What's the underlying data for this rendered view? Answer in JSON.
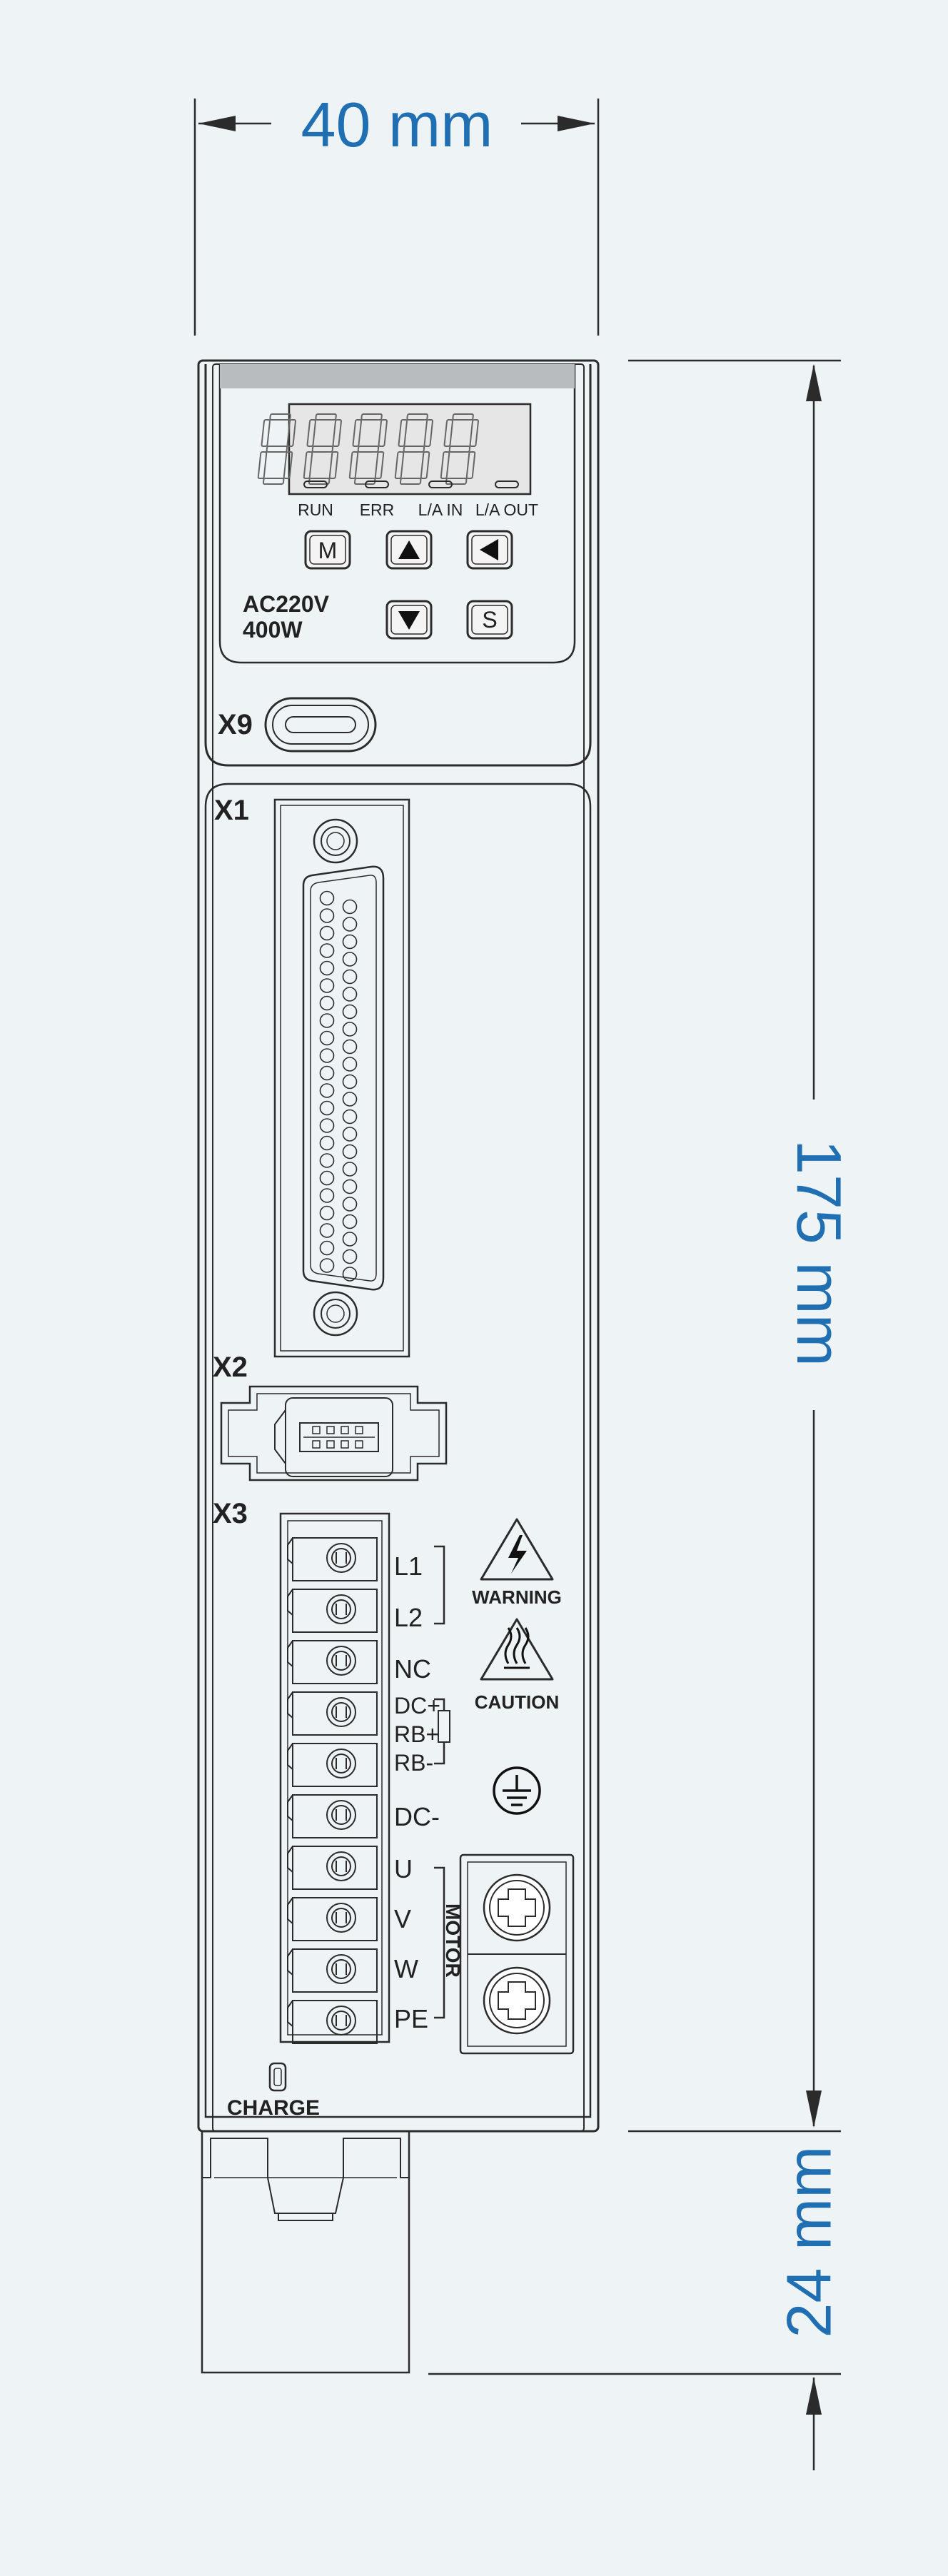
{
  "dimensions": {
    "width": "40 mm",
    "height": "175 mm",
    "depth": "24 mm"
  },
  "colors": {
    "dimension": "#1f6fb2",
    "line": "#2b2b2b",
    "panel": "#eef3f6",
    "display": "#ececec"
  },
  "display": {
    "indicators": [
      "RUN",
      "ERR",
      "L/A IN",
      "L/A OUT"
    ],
    "rating_voltage": "AC220V",
    "rating_power": "400W",
    "buttons": {
      "mode": "M",
      "up": "▲",
      "left": "◀",
      "down": "▼",
      "set": "S"
    }
  },
  "ports": {
    "usb": "X9",
    "io": "X1",
    "encoder": "X2",
    "power": "X3"
  },
  "terminals": [
    "L1",
    "L2",
    "NC",
    "DC+",
    "RB+",
    "RB-",
    "DC-",
    "U",
    "V",
    "W",
    "PE"
  ],
  "motor_label": "MOTOR",
  "warning_label": "WARNING",
  "caution_label": "CAUTION",
  "charge_label": "CHARGE"
}
